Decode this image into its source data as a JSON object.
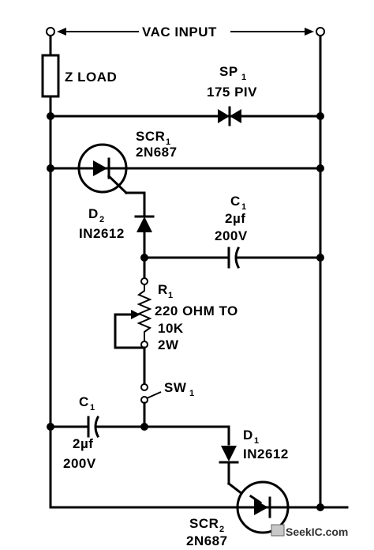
{
  "input": {
    "label": "VAC INPUT"
  },
  "load": {
    "label": "Z LOAD"
  },
  "sp1": {
    "ref": "SP",
    "sub": "1",
    "rating": "175 PIV"
  },
  "scr1": {
    "ref": "SCR",
    "sub": "1",
    "part": "2N687"
  },
  "d2": {
    "ref": "D",
    "sub": "2",
    "part": "IN2612"
  },
  "c1_top": {
    "ref": "C",
    "sub": "1",
    "value": "2µf",
    "voltage": "200V"
  },
  "r1": {
    "ref": "R",
    "sub": "1",
    "value": "220 OHM TO",
    "value2": "10K",
    "power": "2W"
  },
  "sw1": {
    "ref": "SW",
    "sub": "1"
  },
  "c1_bottom": {
    "ref": "C",
    "sub": "1",
    "value": "2µf",
    "voltage": "200V"
  },
  "d1": {
    "ref": "D",
    "sub": "1",
    "part": "IN2612"
  },
  "scr2": {
    "ref": "SCR",
    "sub": "2",
    "part": "2N687"
  },
  "watermark": {
    "site": "SeekIC.com",
    "domain": ".com"
  }
}
